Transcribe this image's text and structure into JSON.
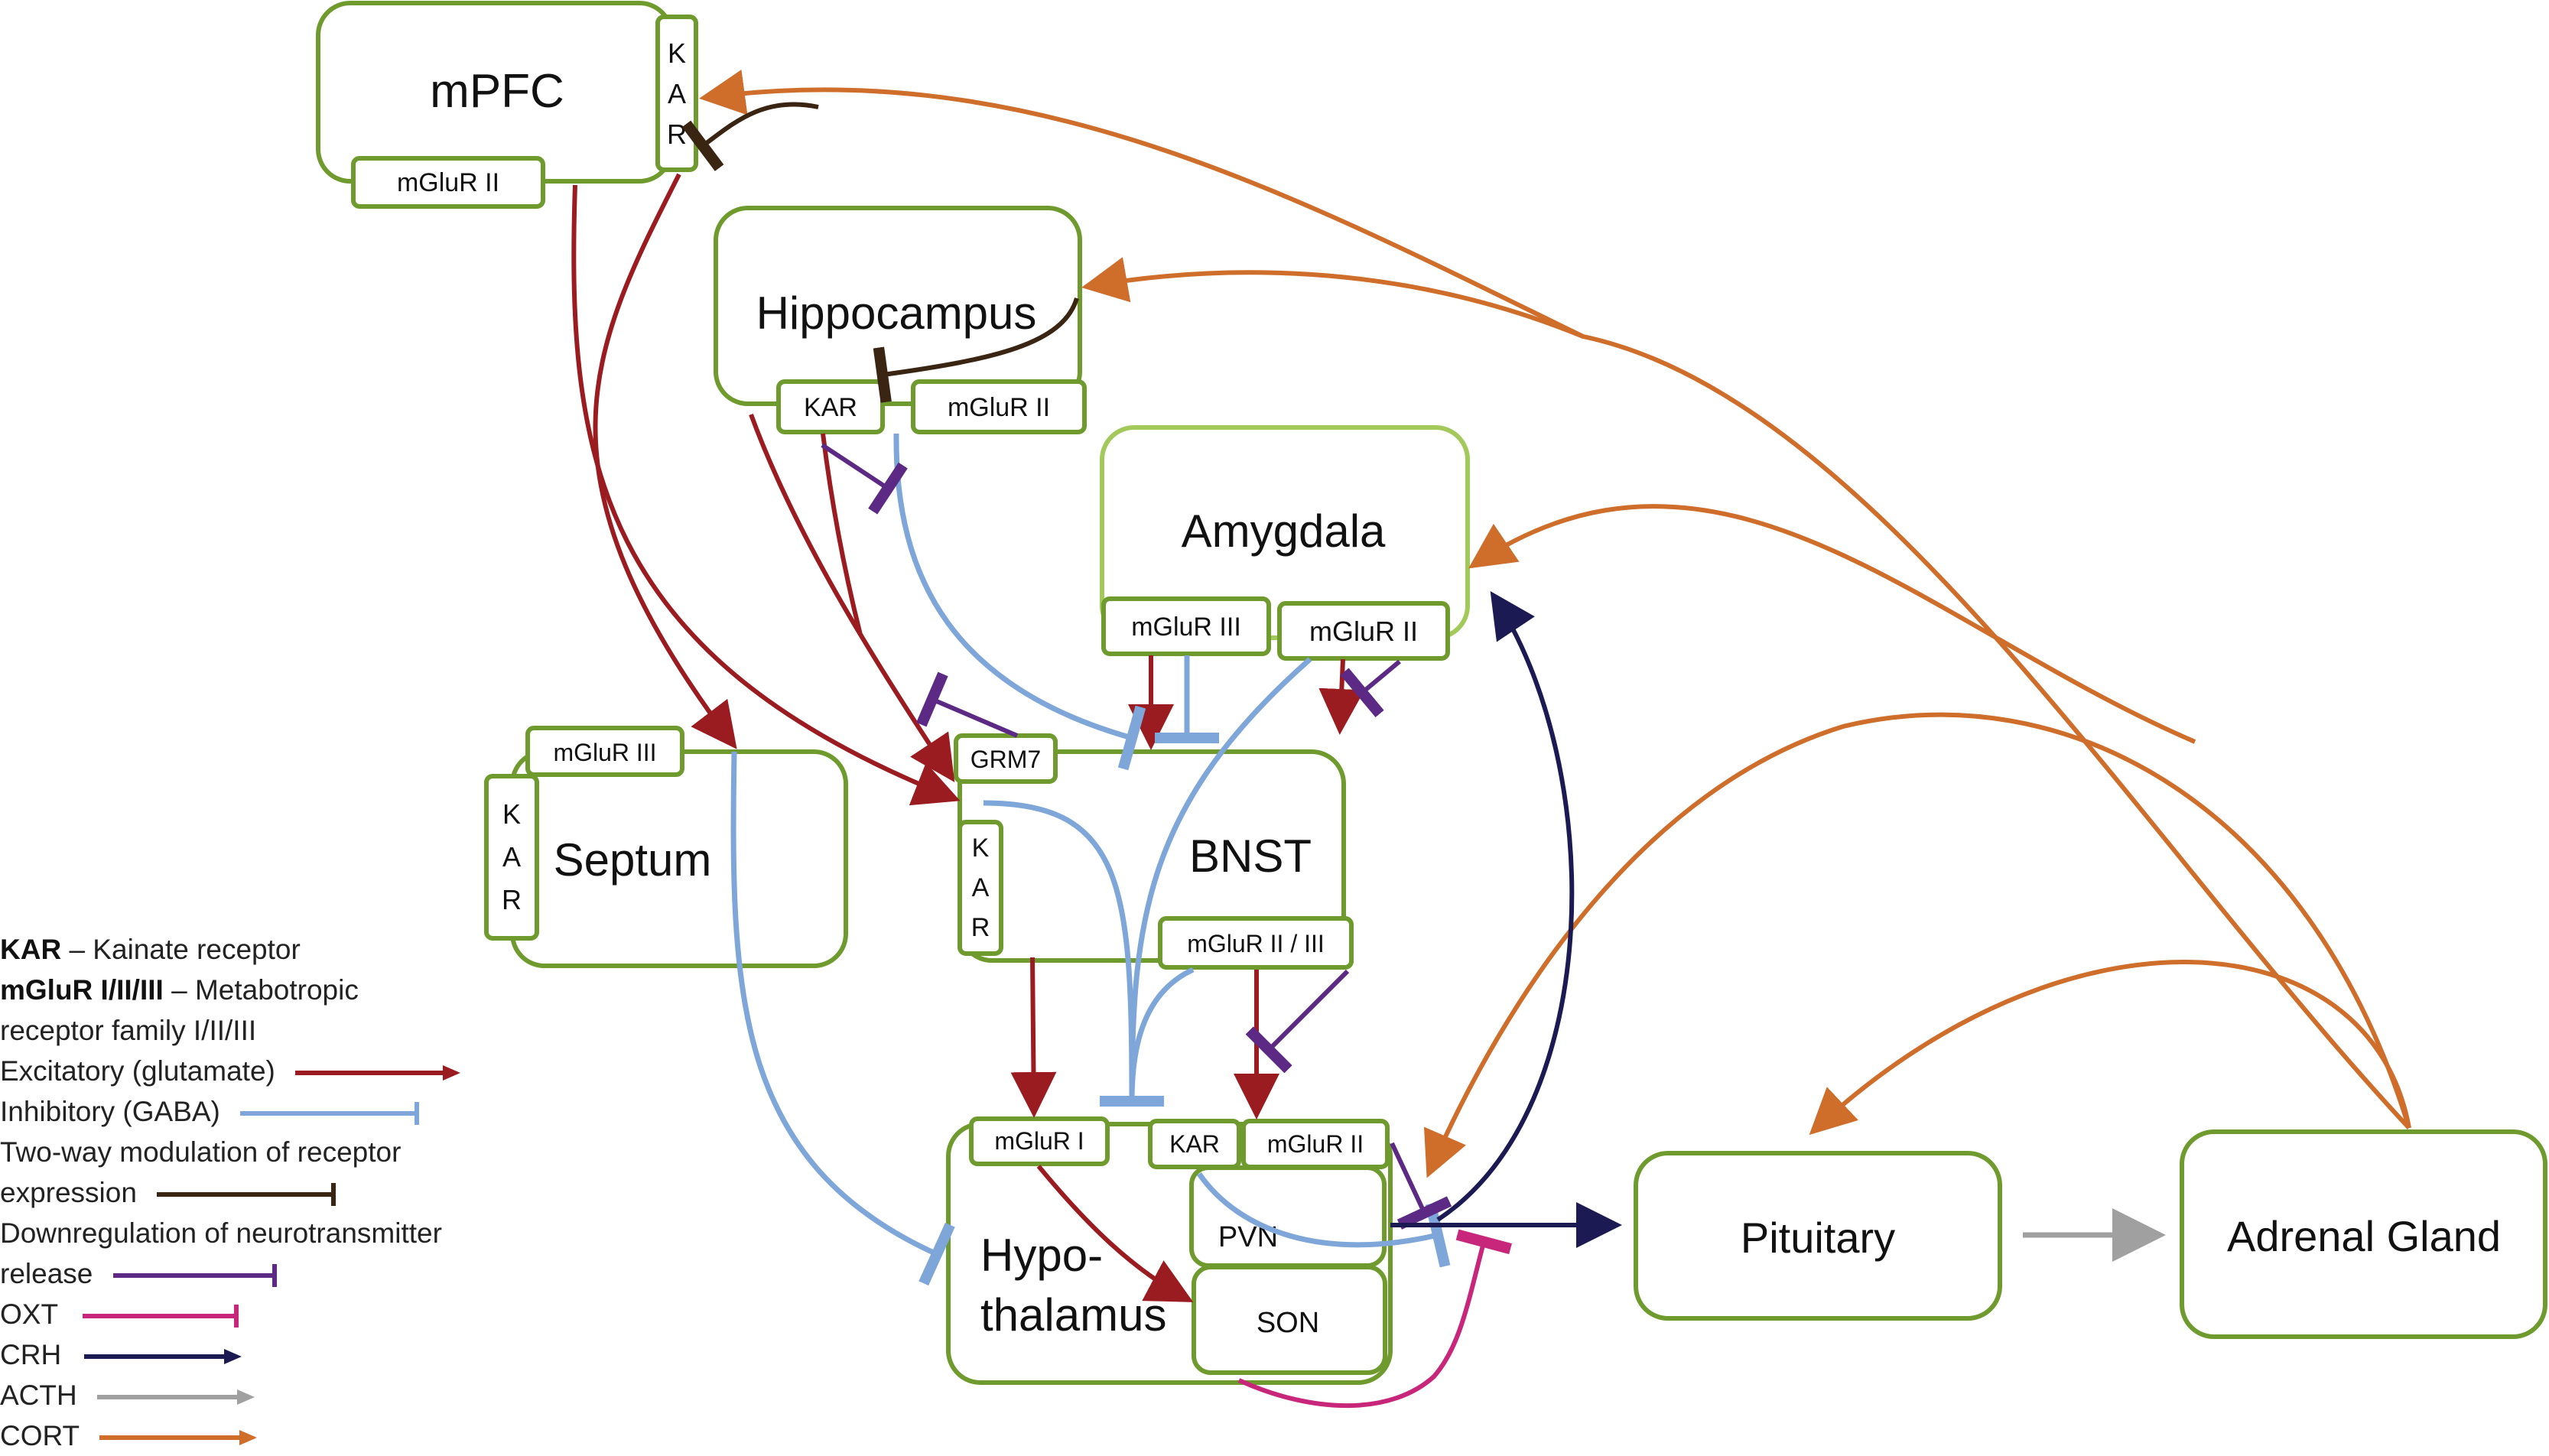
{
  "regions": {
    "mpfc": "mPFC",
    "hippocampus": "Hippocampus",
    "amygdala": "Amygdala",
    "septum": "Septum",
    "bnst": "BNST",
    "hypothalamus_line1": "Hypo-",
    "hypothalamus_line2": "thalamus",
    "pvn": "PVN",
    "son": "SON",
    "pituitary": "Pituitary",
    "adrenal": "Adrenal Gland"
  },
  "receptors": {
    "mpfc_kar": [
      "K",
      "A",
      "R"
    ],
    "mpfc_mglur": "mGluR II",
    "hippo_kar": "KAR",
    "hippo_mglur": "mGluR II",
    "amyg_mglur3": "mGluR III",
    "amyg_mglur2": "mGluR II",
    "septum_mglur": "mGluR III",
    "septum_kar": [
      "K",
      "A",
      "R"
    ],
    "bnst_grm7": "GRM7",
    "bnst_kar": [
      "K",
      "A",
      "R"
    ],
    "bnst_mglur": "mGluR II / III",
    "hypo_mglur1": "mGluR I",
    "hypo_kar": "KAR",
    "hypo_mglur2": "mGluR II"
  },
  "legend": {
    "kar_term": "KAR",
    "kar_desc": " – Kainate receptor",
    "mglur_term": "mGluR I/II/III",
    "mglur_desc": " – Metabotropic",
    "mglur_desc2": "receptor family I/II/III",
    "excitatory": "Excitatory (glutamate)",
    "inhibitory": "Inhibitory (GABA)",
    "twoway1": "Two-way modulation of receptor",
    "twoway2": "expression",
    "downreg1": "Downregulation of neurotransmitter",
    "downreg2": "release",
    "oxt": "OXT",
    "crh": "CRH",
    "acth": "ACTH",
    "cort": "CORT"
  },
  "colors": {
    "box_border": "#6f9a2e",
    "amygdala_border": "#a3c95a",
    "excitatory": "#9b1c20",
    "inhibitory": "#7ea6d8",
    "two_way": "#3a2412",
    "downregulation": "#5c2a84",
    "oxt": "#c8267b",
    "crh": "#1c1a52",
    "acth": "#a0a0a0",
    "cort": "#cf6d2b"
  }
}
